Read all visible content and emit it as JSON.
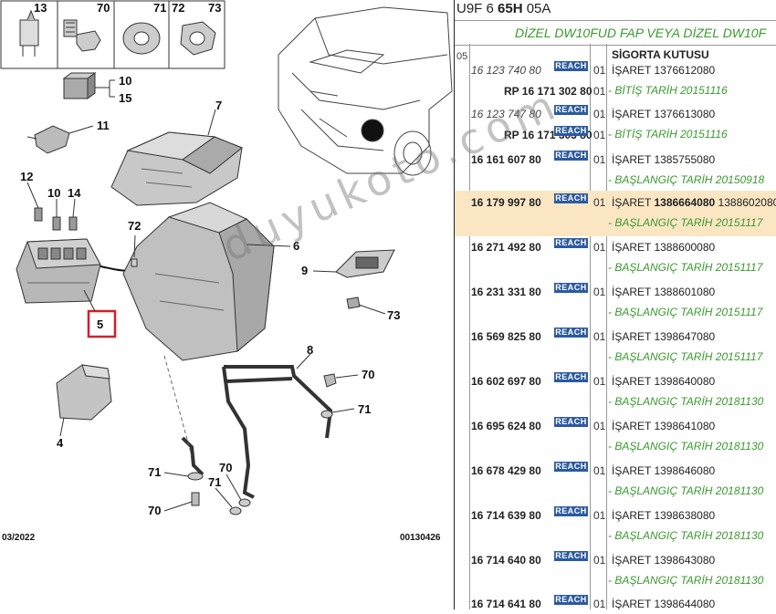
{
  "header": {
    "code1": "U9F 6 ",
    "code2": "65H",
    "code3": " 05A"
  },
  "subtitle": "DİZEL DW10FUD FAP VEYA DİZEL DW10F",
  "group": "05",
  "reach_label": "REACH",
  "diagram": {
    "labels": [
      "13",
      "70",
      "71",
      "72",
      "73",
      "10",
      "15",
      "11",
      "7",
      "12",
      "10",
      "14",
      "72",
      "6",
      "9",
      "5",
      "73",
      "8",
      "70",
      "71",
      "4",
      "71",
      "70",
      "71",
      "70"
    ],
    "footer_left": "03/2022",
    "footer_right": "00130426"
  },
  "watermark": "duyukoto.com",
  "parts": [
    {
      "ref": "16 123 740 80",
      "style": "it",
      "reach": true,
      "qty": "01",
      "desc": "İŞARET 1376612080",
      "date": "- BİTİŞ TARİH 20151116"
    },
    {
      "ref": "RP 16 171 302 80",
      "style": "bd",
      "reach": false,
      "qty": "01",
      "desc": "",
      "date": ""
    },
    {
      "ref": "16 123 747 80",
      "style": "it",
      "reach": true,
      "qty": "01",
      "desc": "İŞARET 1376613080",
      "date": "- BİTİŞ TARİH 20151116"
    },
    {
      "ref": "RP 16 171 303 80",
      "style": "bd",
      "reach": true,
      "qty": "01",
      "desc": "",
      "date": ""
    },
    {
      "ref": "16 161 607 80",
      "style": "bd",
      "reach": true,
      "qty": "01",
      "desc": "İŞARET 1385755080",
      "date": "- BAŞLANGIÇ TARİH 20150918"
    },
    {
      "ref": "16 179 997 80",
      "style": "bd",
      "reach": true,
      "qty": "01",
      "desc_pre": "İŞARET ",
      "desc_bold": "1386664080",
      "desc_post": " 1388602080",
      "date": "- BAŞLANGIÇ TARİH 20151117",
      "highlight": true
    },
    {
      "ref": "16 271 492 80",
      "style": "bd",
      "reach": true,
      "qty": "01",
      "desc": "İŞARET 1388600080",
      "date": "- BAŞLANGIÇ TARİH 20151117"
    },
    {
      "ref": "16 231 331 80",
      "style": "bd",
      "reach": true,
      "qty": "01",
      "desc": "İŞARET 1388601080",
      "date": "- BAŞLANGIÇ TARİH 20151117"
    },
    {
      "ref": "16 569 825 80",
      "style": "bd",
      "reach": true,
      "qty": "01",
      "desc": "İŞARET 1398647080",
      "date": "- BAŞLANGIÇ TARİH 20151117"
    },
    {
      "ref": "16 602 697 80",
      "style": "bd",
      "reach": true,
      "qty": "01",
      "desc": "İŞARET 1398640080",
      "date": "- BAŞLANGIÇ TARİH 20181130"
    },
    {
      "ref": "16 695 624 80",
      "style": "bd",
      "reach": true,
      "qty": "01",
      "desc": "İŞARET 1398641080",
      "date": "- BAŞLANGIÇ TARİH 20181130"
    },
    {
      "ref": "16 678 429 80",
      "style": "bd",
      "reach": true,
      "qty": "01",
      "desc": "İŞARET 1398646080",
      "date": "- BAŞLANGIÇ TARİH 20181130"
    },
    {
      "ref": "16 714 639 80",
      "style": "bd",
      "reach": true,
      "qty": "01",
      "desc": "İŞARET 1398638080",
      "date": "- BAŞLANGIÇ TARİH 20181130"
    },
    {
      "ref": "16 714 640 80",
      "style": "bd",
      "reach": true,
      "qty": "01",
      "desc": "İŞARET 1398643080",
      "date": "- BAŞLANGIÇ TARİH 20181130"
    },
    {
      "ref": "16 714 641 80",
      "style": "bd",
      "reach": true,
      "qty": "01",
      "desc": "İŞARET 1398644080",
      "date": ""
    }
  ],
  "sigorta": "SİGORTA KUTUSU"
}
